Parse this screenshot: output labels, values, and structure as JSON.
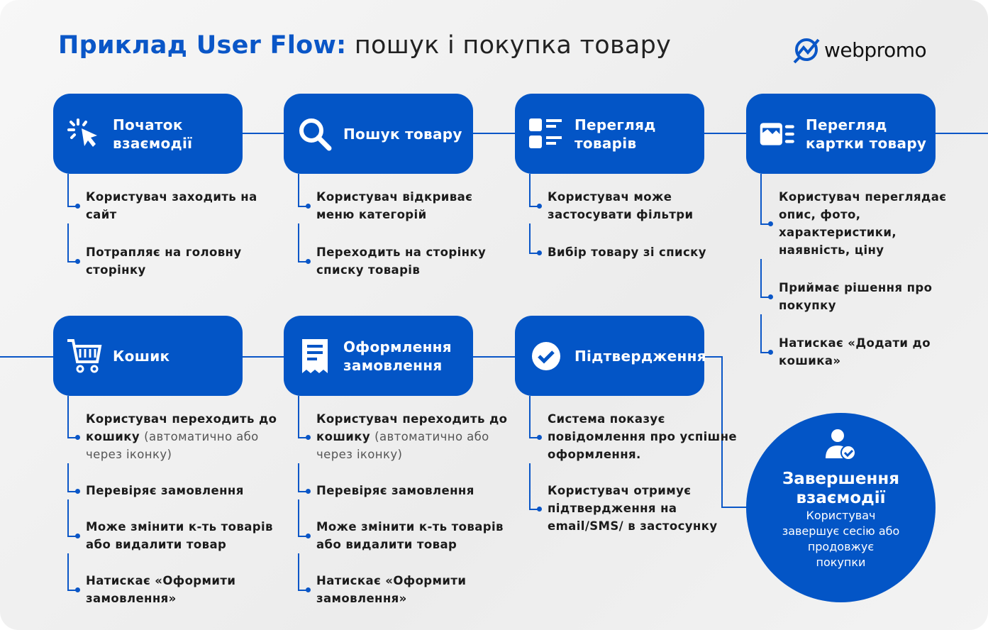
{
  "title": {
    "bold": "Приклад User Flow:",
    "rest": " пошук і покупка товару"
  },
  "logo": "webpromo",
  "accent": "#0355c6",
  "steps": [
    {
      "label": "Початок взаємодії",
      "icon": "cursor-click-icon",
      "items": [
        [
          "Користувач заходить на сайт"
        ],
        [
          "Потрапляє на головну сторінку"
        ]
      ]
    },
    {
      "label": "Пошук товару",
      "icon": "search-icon",
      "items": [
        [
          "Користувач відкриває меню категорій"
        ],
        [
          "Переходить на сторінку списку товарів"
        ]
      ]
    },
    {
      "label": "Перегляд товарів",
      "icon": "list-icon",
      "items": [
        [
          "Користувач може застосувати фільтри"
        ],
        [
          "Вибір товару зі списку"
        ]
      ]
    },
    {
      "label": "Перегляд картки товару",
      "icon": "product-card-icon",
      "items": [
        [
          "Користувач переглядає опис, фото, характеристики, наявність, ціну"
        ],
        [
          "Приймає рішення про покупку"
        ],
        [
          "Натискає «Додати до кошика»"
        ]
      ]
    },
    {
      "label": "Кошик",
      "icon": "cart-icon",
      "items": [
        [
          "Користувач переходить до кошику",
          "(автоматично або через іконку)"
        ],
        [
          "Перевіряє замовлення"
        ],
        [
          "Може змінити к-ть товарів або видалити товар"
        ],
        [
          "Натискає «Оформити замовлення»"
        ]
      ]
    },
    {
      "label": "Оформлення замовлення",
      "icon": "receipt-icon",
      "items": [
        [
          "Користувач переходить до кошику",
          "(автоматично або через іконку)"
        ],
        [
          "Перевіряє замовлення"
        ],
        [
          "Може змінити к-ть товарів або видалити товар"
        ],
        [
          "Натискає «Оформити замовлення»"
        ]
      ]
    },
    {
      "label": "Підтвердження",
      "icon": "check-circle-icon",
      "items": [
        [
          "Система показує повідомлення про успішне оформлення."
        ],
        [
          "Користувач отримує підтвердження на email/SMS/ в застосунку"
        ]
      ]
    }
  ],
  "end": {
    "title": "Завершення взаємодії",
    "desc": "Користувач завершує сесію або продовжує покупки"
  }
}
